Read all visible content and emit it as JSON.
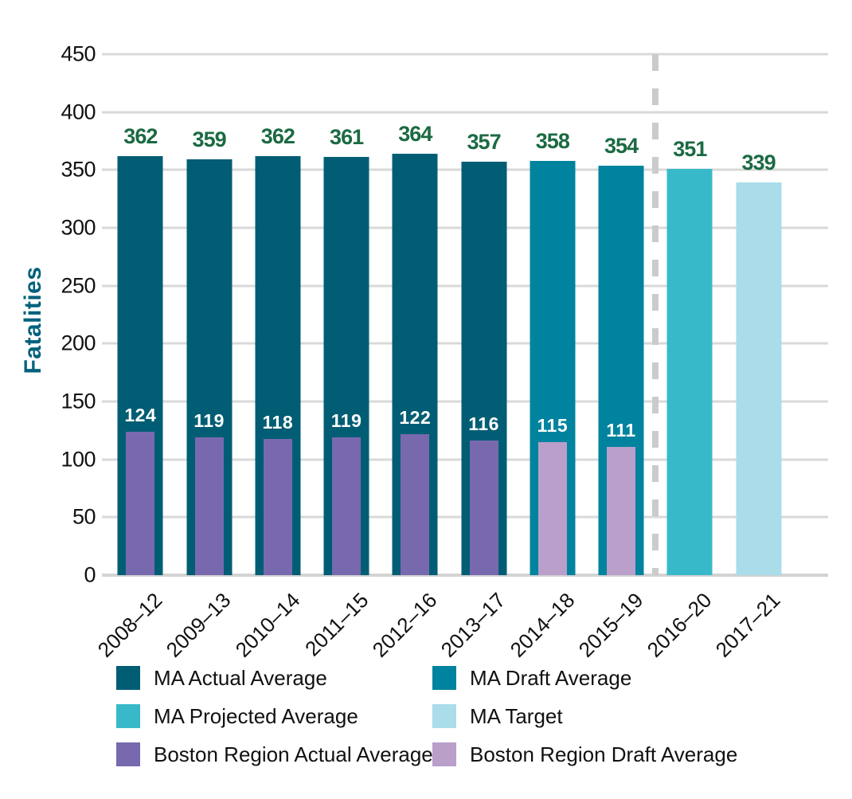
{
  "chart_data": {
    "type": "bar",
    "title": "",
    "ylabel": "Fatalities",
    "xlabel": "",
    "ylim": [
      0,
      450
    ],
    "yticks": [
      0,
      50,
      100,
      150,
      200,
      250,
      300,
      350,
      400,
      450
    ],
    "grid": "horizontal",
    "legend_position": "bottom",
    "categories": [
      "2008–12",
      "2009–13",
      "2010–14",
      "2011–15",
      "2012–16",
      "2013–17",
      "2014–18",
      "2015–19",
      "2016–20",
      "2017–21"
    ],
    "bars": [
      {
        "label": "2008–12",
        "ma_value": 362,
        "ma_type": "actual",
        "boston_value": 124,
        "boston_type": "actual"
      },
      {
        "label": "2009–13",
        "ma_value": 359,
        "ma_type": "actual",
        "boston_value": 119,
        "boston_type": "actual"
      },
      {
        "label": "2010–14",
        "ma_value": 362,
        "ma_type": "actual",
        "boston_value": 118,
        "boston_type": "actual"
      },
      {
        "label": "2011–15",
        "ma_value": 361,
        "ma_type": "actual",
        "boston_value": 119,
        "boston_type": "actual"
      },
      {
        "label": "2012–16",
        "ma_value": 364,
        "ma_type": "actual",
        "boston_value": 122,
        "boston_type": "actual"
      },
      {
        "label": "2013–17",
        "ma_value": 357,
        "ma_type": "actual",
        "boston_value": 116,
        "boston_type": "actual"
      },
      {
        "label": "2014–18",
        "ma_value": 358,
        "ma_type": "draft",
        "boston_value": 115,
        "boston_type": "draft"
      },
      {
        "label": "2015–19",
        "ma_value": 354,
        "ma_type": "draft",
        "boston_value": 111,
        "boston_type": "draft"
      },
      {
        "label": "2016–20",
        "ma_value": 351,
        "ma_type": "projected",
        "boston_value": null,
        "boston_type": null
      },
      {
        "label": "2017–21",
        "ma_value": 339,
        "ma_type": "target",
        "boston_value": null,
        "boston_type": null
      }
    ],
    "annotations": [
      {
        "type": "vertical-dashed-line",
        "between": [
          "2015–19",
          "2016–20"
        ]
      }
    ],
    "series": [
      {
        "name": "MA Average",
        "values": [
          362,
          359,
          362,
          361,
          364,
          357,
          358,
          354,
          351,
          339
        ]
      },
      {
        "name": "Boston Region Average",
        "values": [
          124,
          119,
          118,
          119,
          122,
          116,
          115,
          111,
          null,
          null
        ]
      }
    ],
    "colors": {
      "ma_actual": "#015D73",
      "ma_draft": "#00839E",
      "ma_projected": "#38B9C9",
      "ma_target": "#AADCEA",
      "boston_actual": "#7869AF",
      "boston_draft": "#B99FCA",
      "value_label_green": "#1B6A42",
      "inner_label_white": "#FFFFFF",
      "ylabel_teal": "#00617C",
      "gridline": "#D9D9D9",
      "baseline": "#D3D3D3",
      "dashed_line": "#CBCBCB"
    },
    "legend": [
      {
        "label": "MA Actual Average",
        "color_key": "ma_actual"
      },
      {
        "label": "MA Draft Average",
        "color_key": "ma_draft"
      },
      {
        "label": "MA Projected Average",
        "color_key": "ma_projected"
      },
      {
        "label": "MA Target",
        "color_key": "ma_target"
      },
      {
        "label": "Boston Region Actual Average",
        "color_key": "boston_actual"
      },
      {
        "label": "Boston Region Draft Average",
        "color_key": "boston_draft"
      }
    ]
  }
}
